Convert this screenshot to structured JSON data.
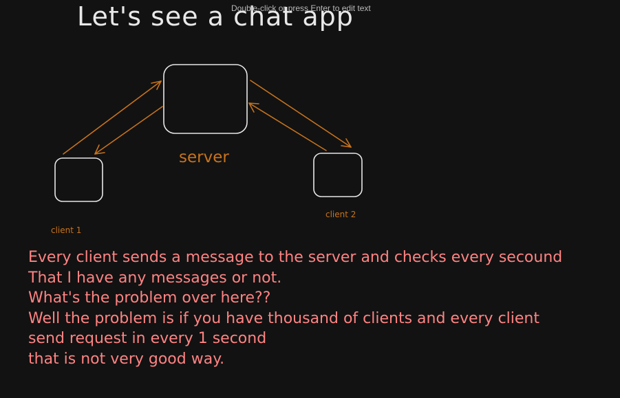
{
  "canvas": {
    "title": "Let's see a chat app",
    "edit_hint": "Double-click or press Enter to edit text"
  },
  "diagram": {
    "nodes": [
      {
        "id": "server",
        "label": "server"
      },
      {
        "id": "client1",
        "label": "client 1"
      },
      {
        "id": "client2",
        "label": "client 2"
      }
    ],
    "edges": [
      {
        "from": "client1",
        "to": "server"
      },
      {
        "from": "server",
        "to": "client1"
      },
      {
        "from": "server",
        "to": "client2"
      },
      {
        "from": "client2",
        "to": "server"
      }
    ],
    "colors": {
      "background": "#121212",
      "box_stroke": "#e8e8e8",
      "arrow": "#c8731c",
      "label": "#c8731c",
      "notes": "#ff8383"
    }
  },
  "notes": {
    "lines": [
      "Every client sends a message to the server and checks every secound",
      "That I have any messages or not.",
      "What's the problem over here??",
      "Well the problem is if you have thousand of clients and every client",
      "send request in every 1 second",
      "that is not very good way."
    ]
  }
}
